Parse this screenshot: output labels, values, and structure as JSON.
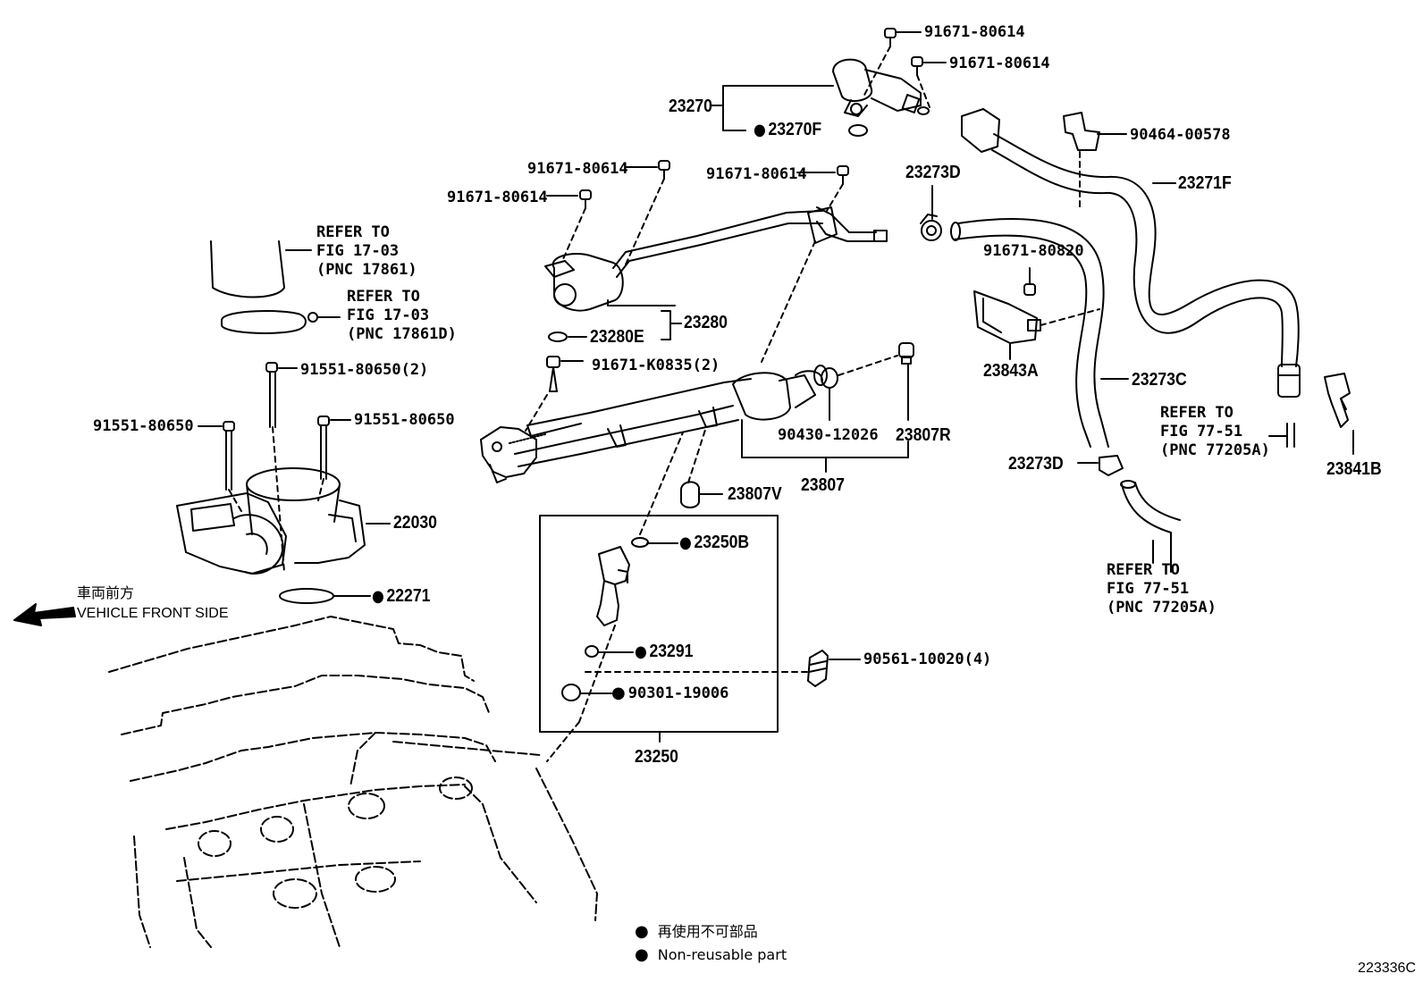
{
  "labels": {
    "p91671_80614_a": "91671-80614",
    "p91671_80614_b": "91671-80614",
    "p23270": "23270",
    "p23270F": "23270F",
    "p90464_00578": "90464-00578",
    "p91671_80614_c": "91671-80614",
    "p91671_80614_d": "91671-80614",
    "p91671_80614_e": "91671-80614",
    "p23273D_top": "23273D",
    "p23271F": "23271F",
    "p91671_80820": "91671-80820",
    "p23280": "23280",
    "p23280E": "23280E",
    "p23843A": "23843A",
    "p91551_80650_2": "91551-80650(2)",
    "p91671_K0835_2": "91671-K0835(2)",
    "p23273C": "23273C",
    "p91551_80650_left": "91551-80650",
    "p91551_80650_right": "91551-80650",
    "p90430_12026": "90430-12026",
    "p23807R": "23807R",
    "p23273D_bottom": "23273D",
    "p23841B": "23841B",
    "p23807": "23807",
    "p23807V": "23807V",
    "p22030": "22030",
    "p23250B": "23250B",
    "p22271": "22271",
    "p23291": "23291",
    "p90561_10020_4": "90561-10020(4)",
    "p90301_19006": "90301-19006",
    "p23250": "23250"
  },
  "refs": {
    "ref1": [
      "REFER TO",
      "FIG 17-03",
      "(PNC 17861)"
    ],
    "ref2": [
      "REFER TO",
      "FIG 17-03",
      "(PNC 17861D)"
    ],
    "ref3": [
      "REFER TO",
      "FIG 77-51",
      "(PNC 77205A)"
    ],
    "ref4": [
      "REFER TO",
      "FIG 77-51",
      "(PNC 77205A)"
    ]
  },
  "direction": {
    "jp": "車両前方",
    "en": "VEHICLE FRONT SIDE"
  },
  "legend": {
    "jp": "再使用不可部品",
    "en": "Non-reusable part"
  },
  "figure_code": "223336C"
}
